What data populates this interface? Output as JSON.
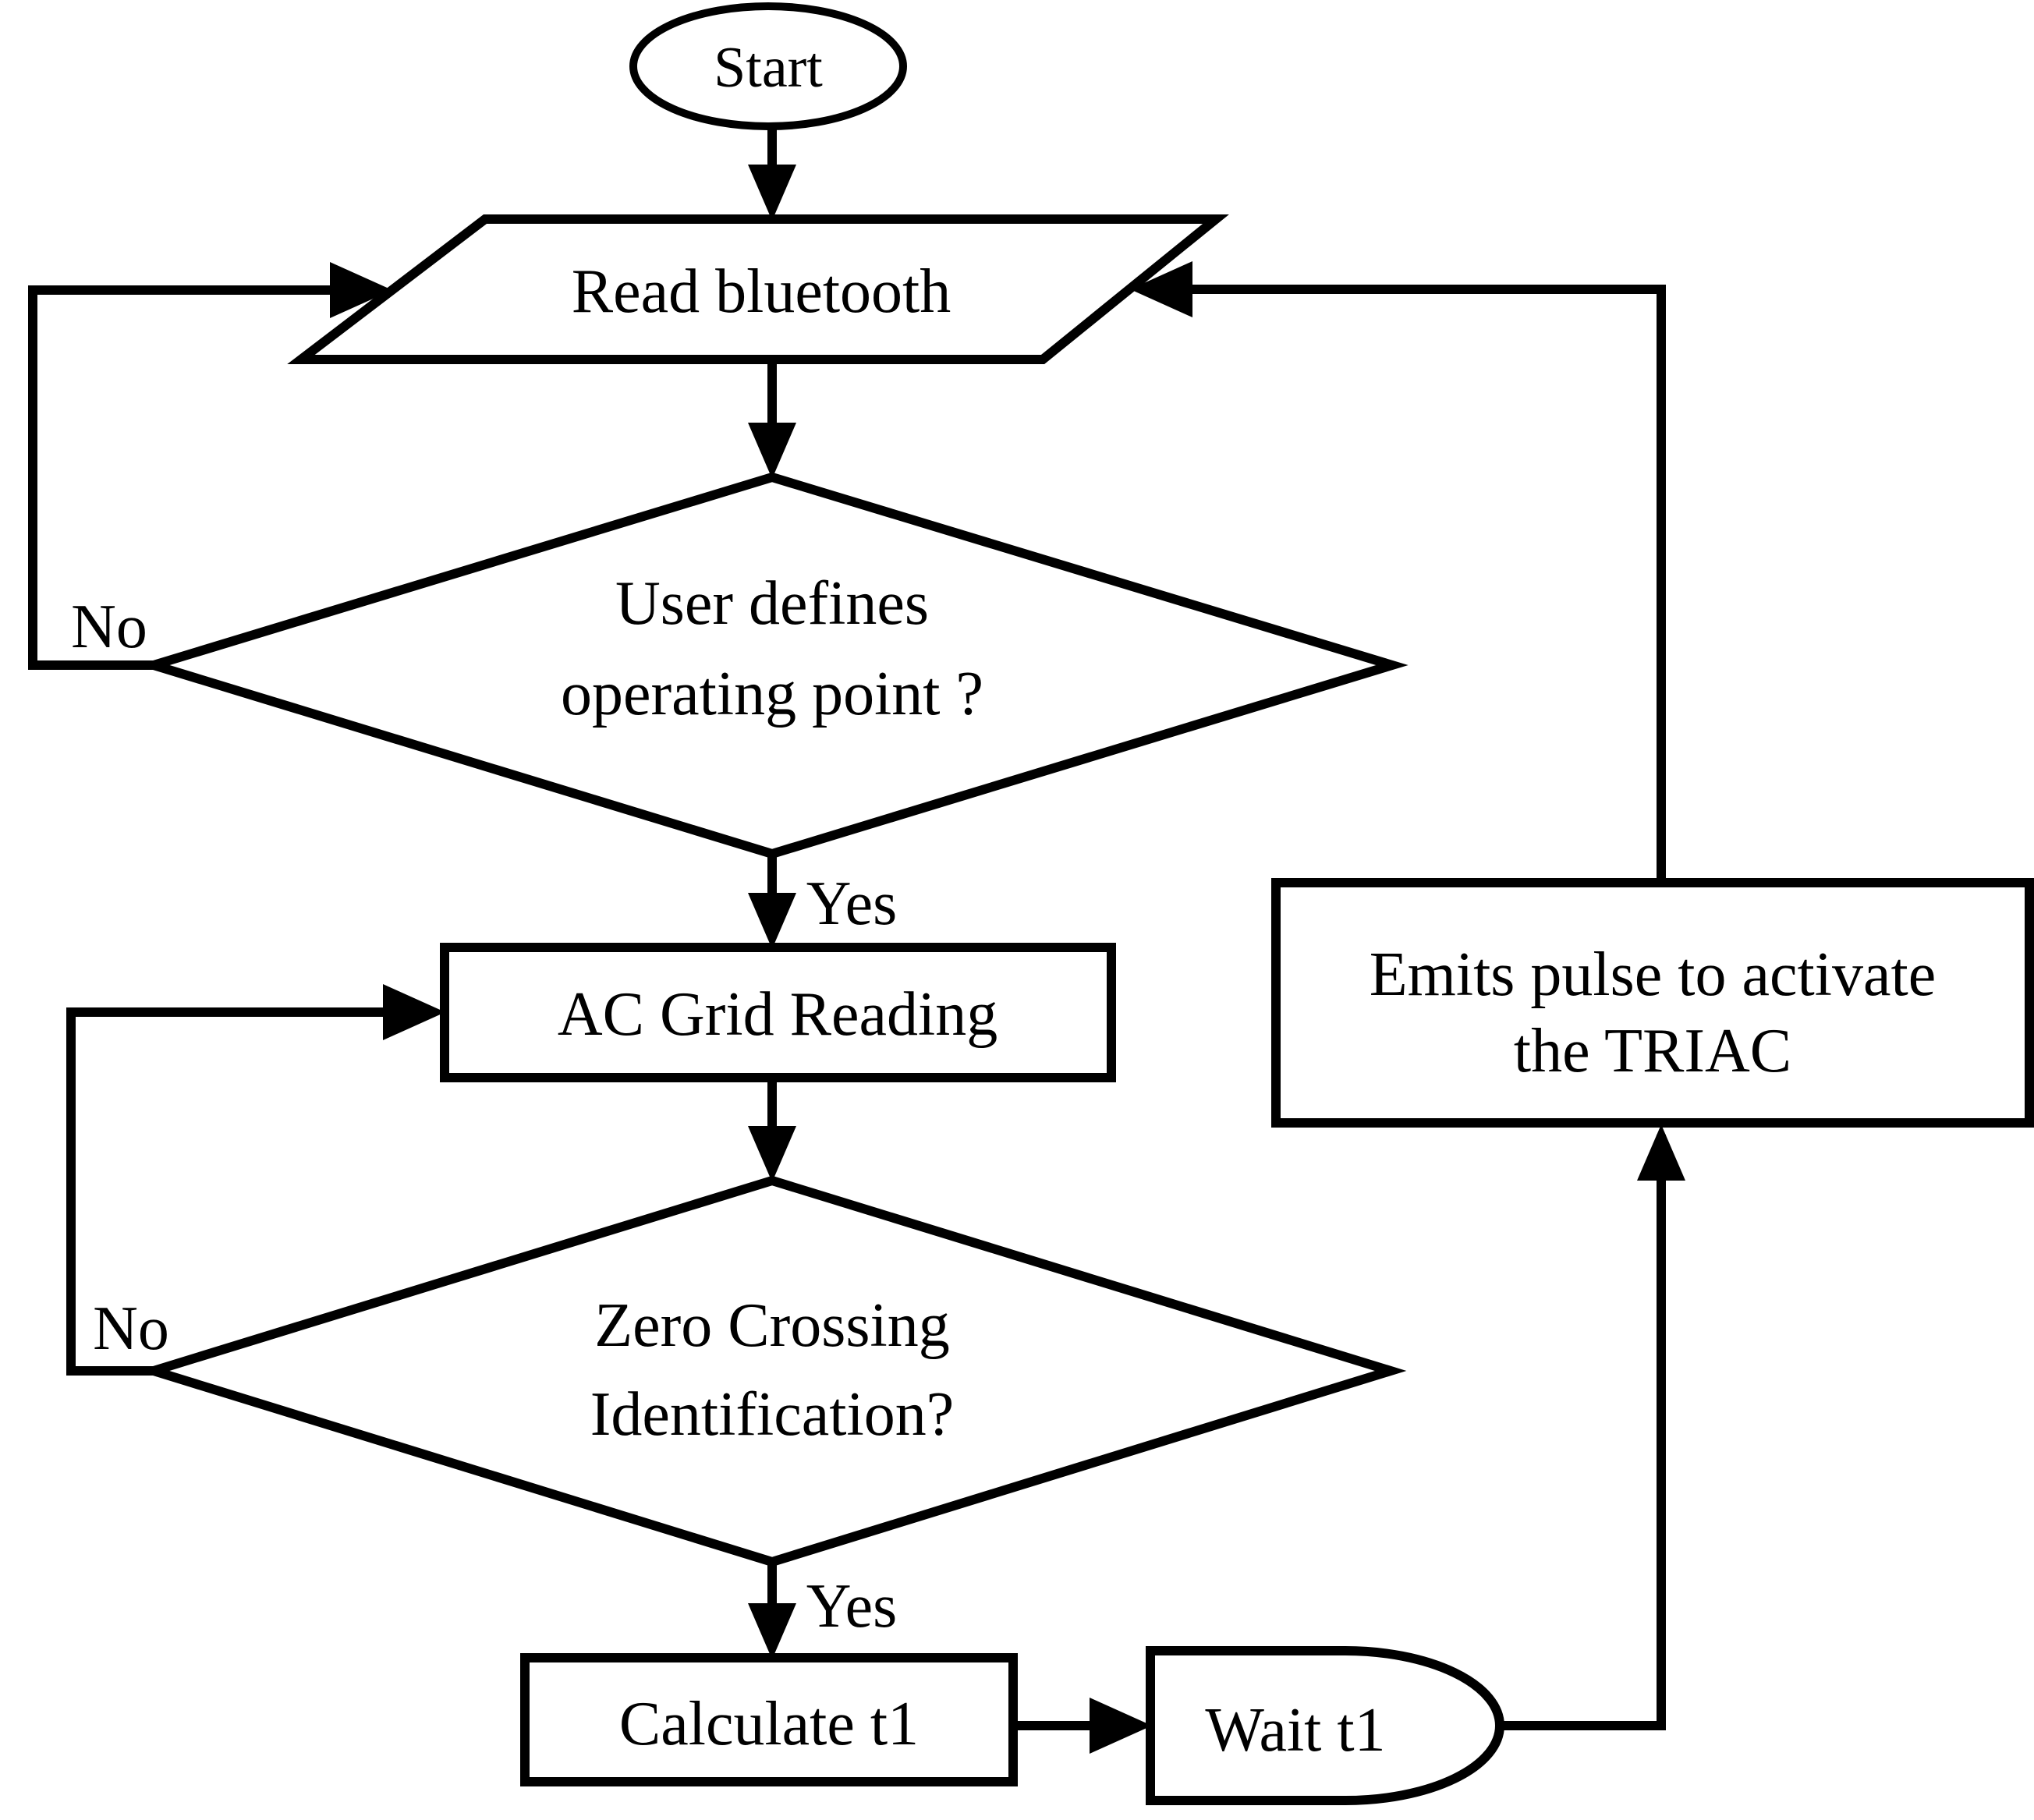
{
  "figure": {
    "type": "flowchart",
    "background_color": "#ffffff",
    "line_color": "#000000"
  },
  "nodes": {
    "start": {
      "label": "Start",
      "shape": "terminator-oval"
    },
    "read_bluetooth": {
      "label": "Read bluetooth",
      "shape": "io-parallelogram"
    },
    "user_defines": {
      "line1": "User defines",
      "line2": "operating point ?",
      "shape": "decision-diamond"
    },
    "ac_grid_reading": {
      "label": "AC Grid Reading",
      "shape": "process-rectangle"
    },
    "zero_crossing": {
      "line1": "Zero Crossing",
      "line2": "Identification?",
      "shape": "decision-diamond"
    },
    "calculate_t1": {
      "label": "Calculate t1",
      "shape": "process-rectangle"
    },
    "wait_t1": {
      "label": "Wait t1",
      "shape": "delay-halfround"
    },
    "emit_pulse": {
      "line1": "Emits pulse to activate",
      "line2": "the TRIAC",
      "shape": "process-rectangle"
    }
  },
  "edge_labels": {
    "user_defines_no": "No",
    "user_defines_yes": "Yes",
    "zero_crossing_no": "No",
    "zero_crossing_yes": "Yes"
  }
}
